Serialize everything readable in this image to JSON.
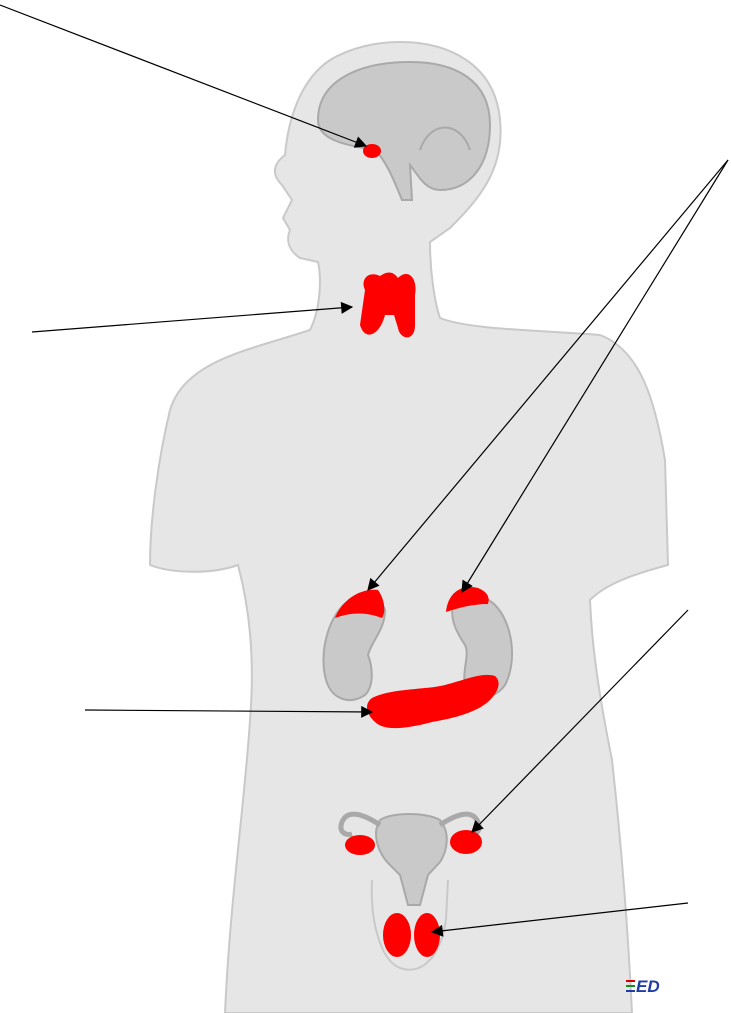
{
  "diagram": {
    "type": "endocrine-system-labeling",
    "colors": {
      "background": "#ffffff",
      "body_fill": "#e6e6e6",
      "body_outline": "#c9c9c9",
      "organ_gray": "#c9c9c9",
      "organ_outline": "#a9a9a9",
      "gland_red": "#ff0000",
      "arrow": "#000000"
    },
    "glands": [
      {
        "id": "pituitary",
        "icon": "pituitary-gland"
      },
      {
        "id": "thyroid",
        "icon": "thyroid-gland"
      },
      {
        "id": "adrenal-left",
        "icon": "adrenal-gland"
      },
      {
        "id": "adrenal-right",
        "icon": "adrenal-gland"
      },
      {
        "id": "pancreas",
        "icon": "pancreas"
      },
      {
        "id": "ovary",
        "icon": "ovaries"
      },
      {
        "id": "testes",
        "icon": "testes"
      }
    ],
    "blank_labels": 6,
    "logo": {
      "text": "ED",
      "icon": "publisher-logo"
    }
  }
}
